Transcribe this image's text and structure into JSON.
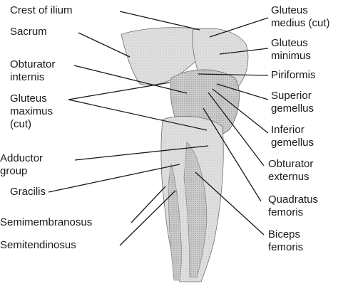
{
  "labels": {
    "crest_of_ilium": "Crest of ilium",
    "sacrum": "Sacrum",
    "obturator_internis": [
      "Obturator",
      "internis"
    ],
    "gluteus_maximus": [
      "Gluteus",
      "maximus",
      "(cut)"
    ],
    "adductor_group": [
      "Adductor",
      "group"
    ],
    "gracilis": "Gracilis",
    "semimembranosus": "Semimembranosus",
    "semitendinosus": "Semitendinosus",
    "gluteus_medius": [
      "Gluteus",
      "medius (cut)"
    ],
    "gluteus_minimus": [
      "Gluteus",
      "minimus"
    ],
    "piriformis": "Piriformis",
    "superior_gemellus": [
      "Superior",
      "gemellus"
    ],
    "inferior_gemellus": [
      "Inferior",
      "gemellus"
    ],
    "obturator_externus": [
      "Obturator",
      "externus"
    ],
    "quadratus_femoris": [
      "Quadratus",
      "femoris"
    ],
    "biceps_femoris": [
      "Biceps",
      "femoris"
    ]
  },
  "colors": {
    "ink": "#1a1a1a",
    "shade_light": "#e4e4e4",
    "shade_mid": "#c9c9c9",
    "shade_dark": "#9c9c9c"
  }
}
